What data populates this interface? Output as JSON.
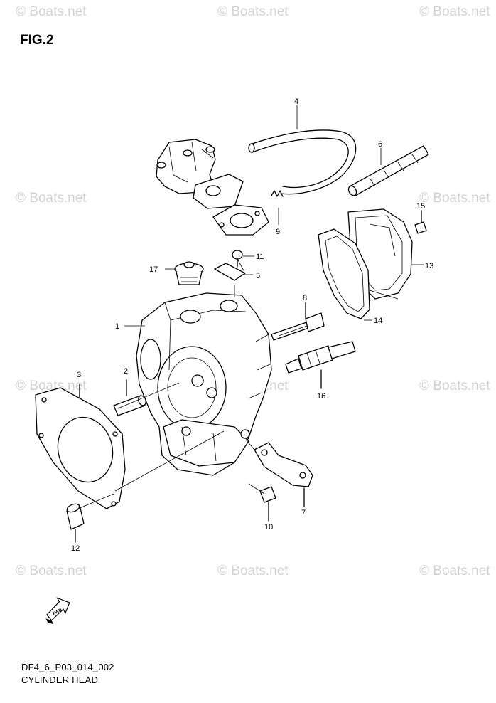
{
  "figure": {
    "title": "FIG.2"
  },
  "footer": {
    "code": "DF4_6_P03_014_002",
    "name": "CYLINDER HEAD"
  },
  "watermark": {
    "text": "© Boats.net"
  },
  "fwd_label": "FWD",
  "callouts": {
    "p1": "1",
    "p2": "2",
    "p3": "3",
    "p4": "4",
    "p5": "5",
    "p6": "6",
    "p7": "7",
    "p8": "8",
    "p9": "9",
    "p10": "10",
    "p11": "11",
    "p12": "12",
    "p13": "13",
    "p14": "14",
    "p15": "15",
    "p16": "16",
    "p17": "17"
  }
}
